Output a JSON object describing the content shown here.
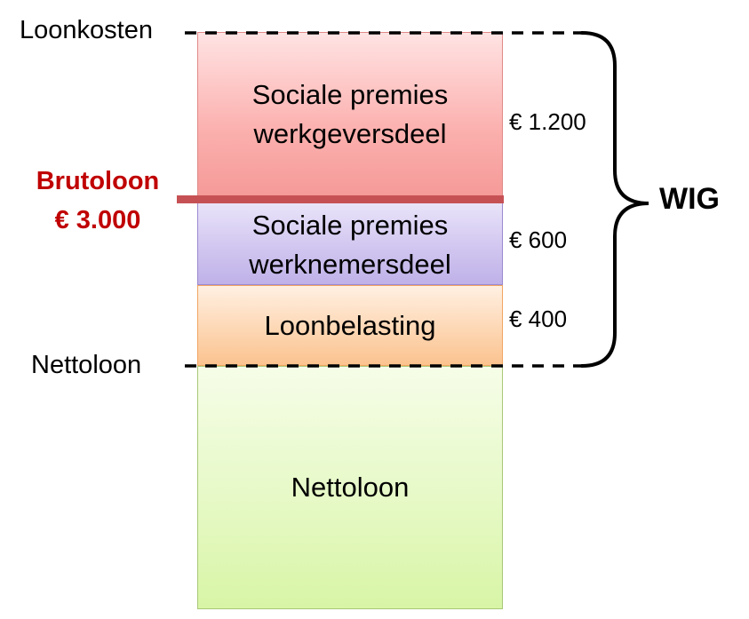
{
  "labels": {
    "loonkosten": "Loonkosten",
    "nettoloon": "Nettoloon",
    "brutoloon_line1": "Brutoloon",
    "brutoloon_line2": "€ 3.000",
    "wig": "WIG"
  },
  "blocks": {
    "werkgever": {
      "line1": "Sociale premies",
      "line2": "werkgeversdeel",
      "amount": "€ 1.200"
    },
    "werknemer": {
      "line1": "Sociale premies",
      "line2": "werknemersdeel",
      "amount": "€ 600"
    },
    "loonbelasting": {
      "label": "Loonbelasting",
      "amount": "€ 400"
    },
    "nettoloon": {
      "label": "Nettoloon"
    }
  },
  "colors": {
    "brutoloon_text": "#c00000",
    "brutoloon_line": "#c65155",
    "werkgever": "#fbb0ae",
    "werknemer": "#d2c7f0",
    "loonbelasting": "#fdd7b4",
    "nettoloon": "#e6f9c6"
  }
}
